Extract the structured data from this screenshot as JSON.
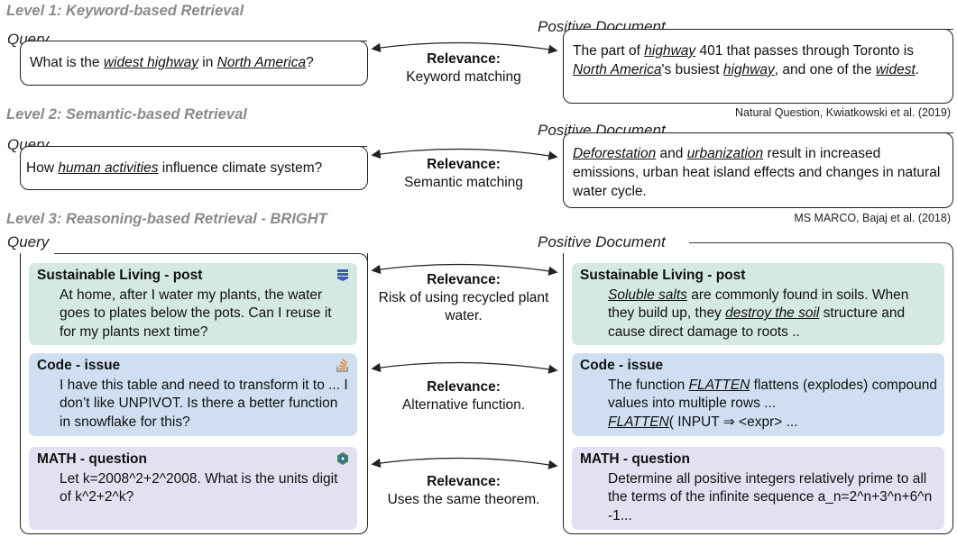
{
  "level1": {
    "title": "Level 1: Keyword-based Retrieval",
    "query_label": "Query",
    "doc_label": "Positive Document",
    "query": {
      "t1": "What is the ",
      "u1": "widest highway",
      "t2": " in ",
      "u2": "North America",
      "t3": "?"
    },
    "relevance_title": "Relevance:",
    "relevance_desc": "Keyword matching",
    "doc": {
      "t1": "The part of ",
      "u1": "highway",
      "t2": " 401 that passes through Toronto is ",
      "u2": "North America",
      "t3": "'s busiest ",
      "u3": "highway",
      "t4": ", and one of the ",
      "u4": "widest",
      "t5": "."
    },
    "citation": "Natural Question, Kwiatkowski et al. (2019)"
  },
  "level2": {
    "title": "Level 2: Semantic-based Retrieval",
    "query_label": "Query",
    "doc_label": "Positive Document",
    "query": {
      "t1": "How ",
      "u1": "human activities",
      "t2": " influence climate system?"
    },
    "relevance_title": "Relevance:",
    "relevance_desc": "Semantic matching",
    "doc": {
      "u1": "Deforestation",
      "t1": " and ",
      "u2": "urbanization",
      "t2": " result in increased emissions, urban heat island effects and changes in natural water cycle."
    },
    "citation": "MS MARCO, Bajaj et al. (2018)"
  },
  "level3": {
    "title": "Level 3: Reasoning-based Retrieval - BRIGHT",
    "query_label": "Query",
    "doc_label": "Positive Document",
    "rows": [
      {
        "q_title": "Sustainable Living - post",
        "q_text": "At home, after I water my plants, the water goes to plates below the pots. Can I reuse it for my plants next time?",
        "relevance_title": "Relevance:",
        "relevance_desc": "Risk of using recycled plant water.",
        "d_title": "Sustainable Living - post",
        "d_u1": "Soluble salts",
        "d_t1": " are commonly found in soils. When they build up, they ",
        "d_u2": "destroy the soil",
        "d_t2": " structure and cause direct damage to roots ..",
        "icon": "stack-layers-icon",
        "color": "#d4e8e4"
      },
      {
        "q_title": "Code - issue",
        "q_text": "I have this table and need to transform it to ... I don’t like UNPIVOT. Is there a better function in snowflake for this?",
        "relevance_title": "Relevance:",
        "relevance_desc": "Alternative function.",
        "d_title": "Code - issue",
        "d_t0": "The function ",
        "d_u1": "FLATTEN",
        "d_t1": " flattens (explodes) compound values into multiple rows ...",
        "d_u2": "FLATTEN",
        "d_t2": "( INPUT ⇒ <expr> ...",
        "icon": "stack-overflow-icon",
        "color": "#cfdff1"
      },
      {
        "q_title": "MATH - question",
        "q_text": "Let k=2008^2+2^2008. What is the units digit of k^2+2^k?",
        "relevance_title": "Relevance:",
        "relevance_desc": "Uses the same theorem.",
        "d_title": "MATH - question",
        "d_text": "Determine all positive integers relatively prime to all the terms of the infinite sequence  a_n=2^n+3^n+6^n -1...",
        "icon": "math-se-icon",
        "color": "#e4e0f1"
      }
    ]
  }
}
